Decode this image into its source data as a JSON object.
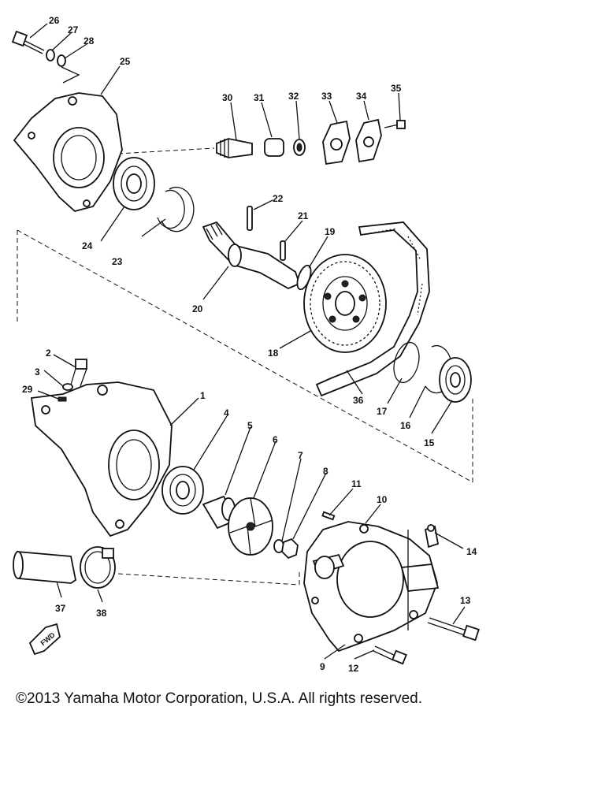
{
  "diagram": {
    "callouts": {
      "c1": "1",
      "c2": "2",
      "c3": "3",
      "c4": "4",
      "c5": "5",
      "c6": "6",
      "c7": "7",
      "c8": "8",
      "c9": "9",
      "c10": "10",
      "c11": "11",
      "c12": "12",
      "c13": "13",
      "c14": "14",
      "c15": "15",
      "c16": "16",
      "c17": "17",
      "c18": "18",
      "c19": "19",
      "c20": "20",
      "c21": "21",
      "c22": "22",
      "c23": "23",
      "c24": "24",
      "c25": "25",
      "c26": "26",
      "c27": "27",
      "c28": "28",
      "c29": "29",
      "c30": "30",
      "c31": "31",
      "c32": "32",
      "c33": "33",
      "c34": "34",
      "c35": "35",
      "c36": "36",
      "c37": "37",
      "c38": "38"
    },
    "fwd_mark": "FWD"
  },
  "footer": {
    "copyright": "©2013 Yamaha Motor Corporation, U.S.A. All rights reserved."
  }
}
